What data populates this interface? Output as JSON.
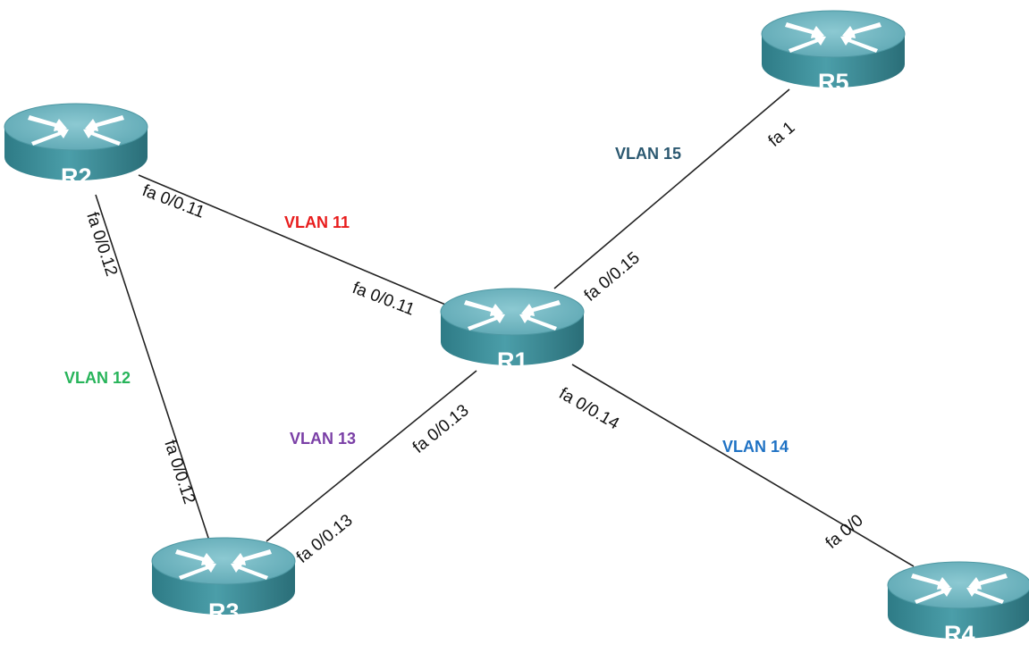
{
  "routers": {
    "r1": {
      "label": "R1"
    },
    "r2": {
      "label": "R2"
    },
    "r3": {
      "label": "R3"
    },
    "r4": {
      "label": "R4"
    },
    "r5": {
      "label": "R5"
    }
  },
  "links": {
    "r1_r2": {
      "vlan": "VLAN 11",
      "vlan_color": "#e81c1c",
      "r2_interface": "fa 0/0.11",
      "r1_interface": "fa 0/0.11"
    },
    "r2_r3": {
      "vlan": "VLAN 12",
      "vlan_color": "#27b45a",
      "r2_interface": "fa 0/0.12",
      "r3_interface": "fa 0/0.12"
    },
    "r1_r3": {
      "vlan": "VLAN 13",
      "vlan_color": "#7a3fa6",
      "r1_interface": "fa 0/0.13",
      "r3_interface": "fa 0/0.13"
    },
    "r1_r4": {
      "vlan": "VLAN 14",
      "vlan_color": "#1f72c4",
      "r1_interface": "fa 0/0.14",
      "r4_interface": "fa 0/0"
    },
    "r1_r5": {
      "vlan": "VLAN 15",
      "vlan_color": "#2b5870",
      "r1_interface": "fa 0/0.15",
      "r5_interface": "fa 1"
    }
  },
  "colors": {
    "router_top": "#6fb4bf",
    "router_side": "#3a8894",
    "router_side_dark": "#2e707a"
  }
}
